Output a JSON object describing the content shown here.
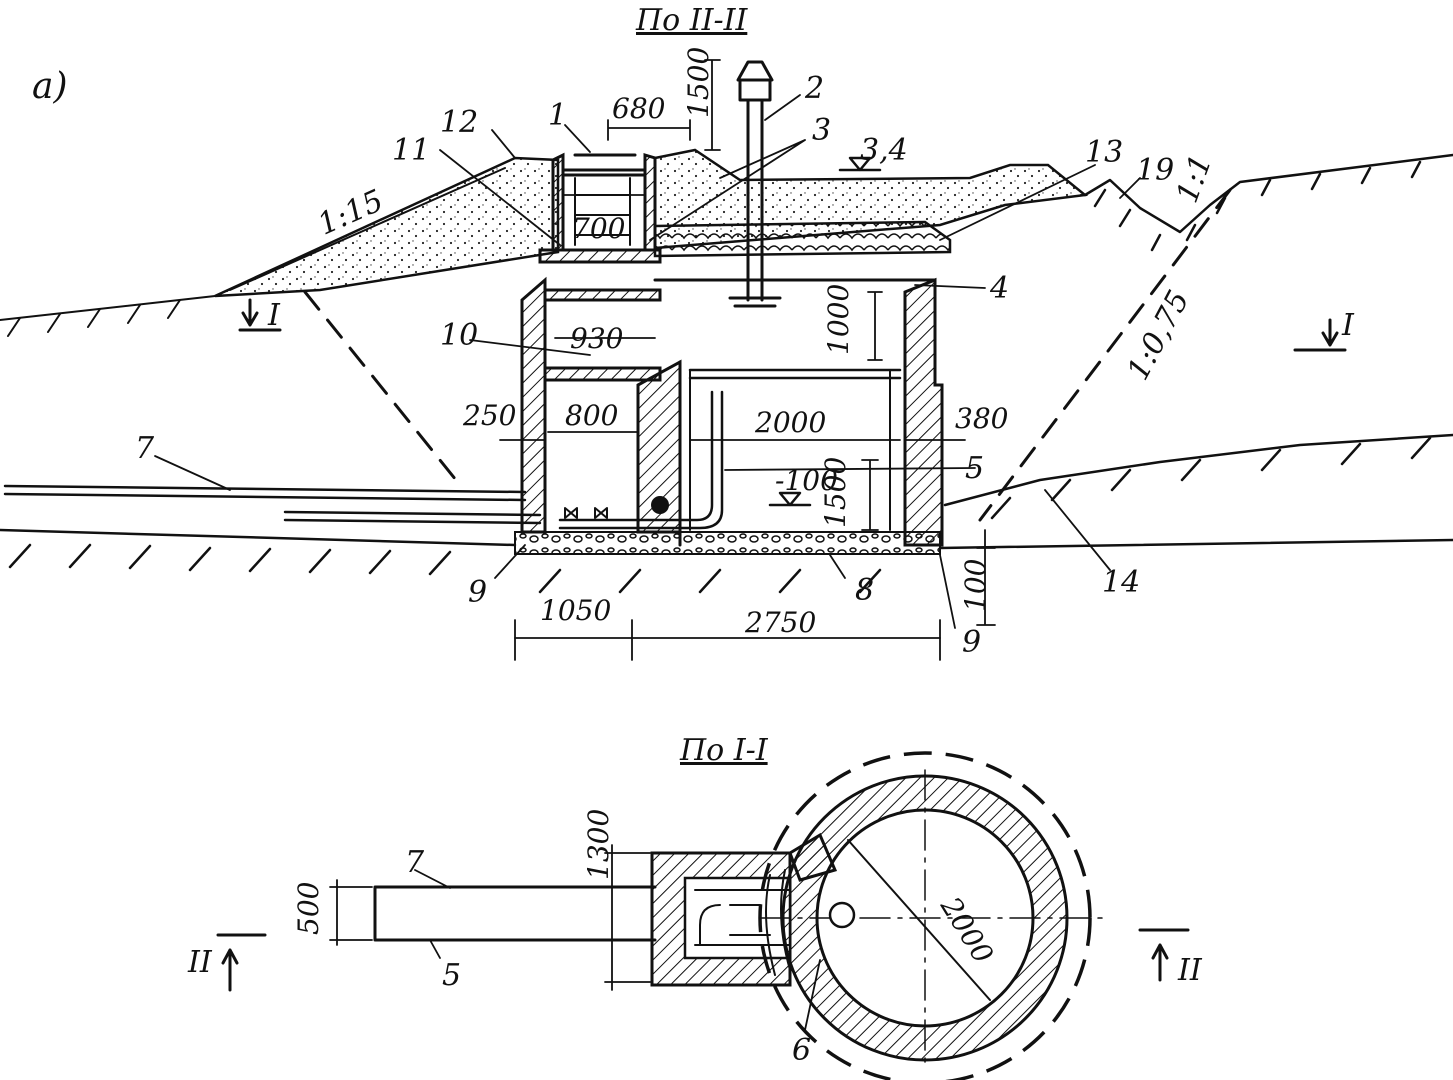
{
  "figure": {
    "panel_letter": "а)",
    "section_titles": {
      "top": "По II-II",
      "bottom": "По I-I"
    },
    "section_marks": {
      "one": "I",
      "two": "II"
    }
  },
  "slopes": {
    "left": "1:15",
    "right_ditch": "1:1",
    "excavation": "1:0,75"
  },
  "elevations": {
    "top": "3,4",
    "bottom": "-100"
  },
  "dimensions": {
    "d680": "680",
    "d1500_top": "1500",
    "d700": "700",
    "d930": "930",
    "d1000": "1000",
    "d250": "250",
    "d800": "800",
    "d2000_sec": "2000",
    "d380": "380",
    "d1500_low": "1500",
    "d100": "100",
    "d1050": "1050",
    "d2750": "2750",
    "d1300": "1300",
    "d500": "500",
    "d2000_plan": "2000"
  },
  "callouts": {
    "c1": "1",
    "c2": "2",
    "c3": "3",
    "c4": "4",
    "c5": "5",
    "c7": "7",
    "c8": "8",
    "c9a": "9",
    "c9b": "9",
    "c10": "10",
    "c11": "11",
    "c12": "12",
    "c13": "13",
    "c14": "14",
    "c19": "19",
    "p5": "5",
    "p6": "6",
    "p7": "7"
  }
}
